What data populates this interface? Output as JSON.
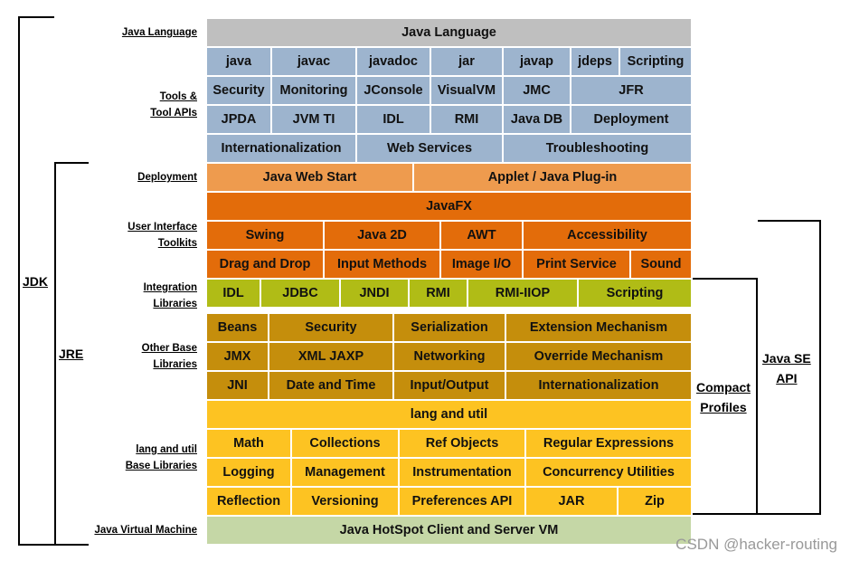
{
  "labels": {
    "java_language": "Java Language",
    "tools_line1": "Tools &",
    "tools_line2": "Tool APIs",
    "deployment": "Deployment",
    "ui_line1": "User Interface",
    "ui_line2": "Toolkits",
    "integration_line1": "Integration",
    "integration_line2": "Libraries",
    "other_line1": "Other Base",
    "other_line2": "Libraries",
    "lang_line1": "lang and util",
    "lang_line2": "Base Libraries",
    "jvm": "Java Virtual Machine"
  },
  "brackets": {
    "jdk": "JDK",
    "jre": "JRE",
    "compact_line1": "Compact",
    "compact_line2": "Profiles",
    "javase_line1": "Java SE",
    "javase_line2": "API"
  },
  "colors": {
    "language": "#BFBFBF",
    "tools": "#9DB4CE",
    "deployment": "#EE9B4E",
    "ui": "#E36C0A",
    "integration": "#B0BC16",
    "other": "#C58E0C",
    "lang": "#FDC322",
    "jvm": "#C5D7A6"
  },
  "rows": {
    "r0": [
      "Java Language"
    ],
    "r1": [
      "java",
      "javac",
      "javadoc",
      "jar",
      "javap",
      "jdeps",
      "Scripting"
    ],
    "r2": [
      "Security",
      "Monitoring",
      "JConsole",
      "VisualVM",
      "JMC",
      "JFR"
    ],
    "r3": [
      "JPDA",
      "JVM TI",
      "IDL",
      "RMI",
      "Java DB",
      "Deployment"
    ],
    "r4": [
      "Internationalization",
      "Web Services",
      "Troubleshooting"
    ],
    "r5": [
      "Java Web Start",
      "Applet / Java Plug-in"
    ],
    "r6": [
      "JavaFX"
    ],
    "r7": [
      "Swing",
      "Java 2D",
      "AWT",
      "Accessibility"
    ],
    "r8": [
      "Drag and Drop",
      "Input Methods",
      "Image I/O",
      "Print Service",
      "Sound"
    ],
    "r9": [
      "IDL",
      "JDBC",
      "JNDI",
      "RMI",
      "RMI-IIOP",
      "Scripting"
    ],
    "r10": [
      "Beans",
      "Security",
      "Serialization",
      "Extension Mechanism"
    ],
    "r11": [
      "JMX",
      "XML JAXP",
      "Networking",
      "Override Mechanism"
    ],
    "r12": [
      "JNI",
      "Date and Time",
      "Input/Output",
      "Internationalization"
    ],
    "r13": [
      "lang and util"
    ],
    "r14": [
      "Math",
      "Collections",
      "Ref Objects",
      "Regular Expressions"
    ],
    "r15": [
      "Logging",
      "Management",
      "Instrumentation",
      "Concurrency Utilities"
    ],
    "r16": [
      "Reflection",
      "Versioning",
      "Preferences API",
      "JAR",
      "Zip"
    ],
    "r17": [
      "Java HotSpot Client and Server VM"
    ]
  },
  "watermark": "CSDN @hacker-routing"
}
